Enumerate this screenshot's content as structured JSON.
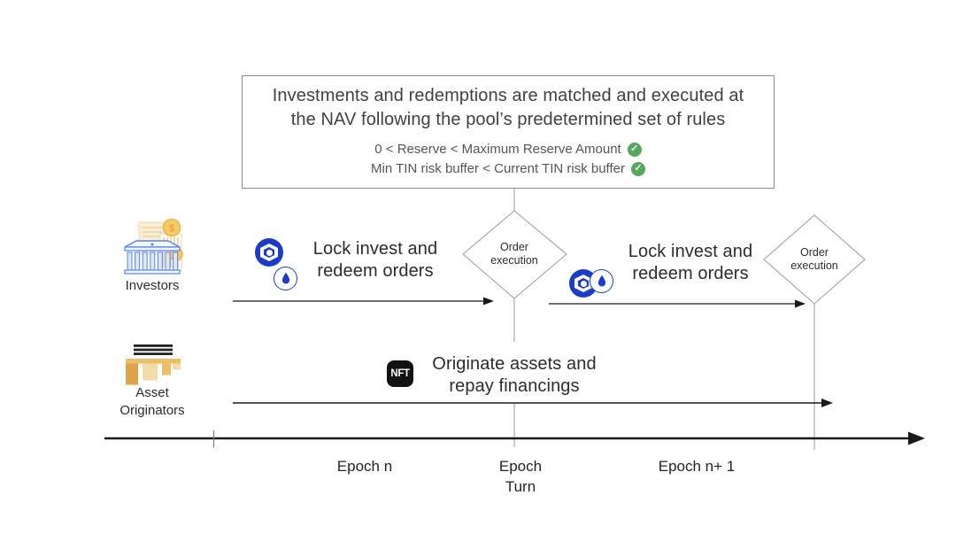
{
  "colors": {
    "centrifuge_blue": "#1b3cc8",
    "check_green": "#56a85a",
    "gold": "#edbe66",
    "bank_blue": "#5b84e6",
    "connector_gray": "#9b9b9b",
    "line_black": "#1a1a1a"
  },
  "info_box": {
    "title_lines": [
      "Investments and redemptions are matched and executed at",
      "the NAV following the pool’s predetermined set of rules"
    ],
    "constraints": [
      "0 < Reserve < Maximum Reserve Amount",
      "Min TIN risk buffer < Current TIN risk buffer"
    ],
    "check_glyph": "✓"
  },
  "actors": {
    "investors": {
      "label": "Investors"
    },
    "asset_originators": {
      "label_lines": [
        "Asset",
        "Originators"
      ]
    }
  },
  "flows": {
    "lock_orders_1": {
      "lines": [
        "Lock invest and",
        "redeem orders"
      ]
    },
    "lock_orders_2": {
      "lines": [
        "Lock invest and",
        "redeem orders"
      ]
    },
    "originate": {
      "nft_label": "NFT",
      "lines": [
        "Originate assets and",
        "repay financings"
      ]
    }
  },
  "decisions": {
    "order_execution_1": {
      "lines": [
        "Order",
        "execution"
      ]
    },
    "order_execution_2": {
      "lines": [
        "Order",
        "execution"
      ]
    }
  },
  "timeline": {
    "epoch_n": {
      "label": "Epoch n"
    },
    "epoch_turn": {
      "lines": [
        "Epoch",
        "Turn"
      ]
    },
    "epoch_n_plus_1": {
      "label": "Epoch n+ 1"
    }
  }
}
